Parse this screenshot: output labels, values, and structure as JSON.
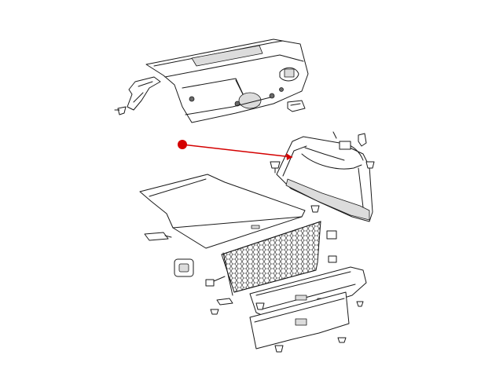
{
  "diagram": {
    "highlight_color": "#d40000",
    "line_color": "#1a1a1a",
    "background": "#ffffff",
    "parts": [
      "rear-shelf-panel",
      "rear-shelf-bracket",
      "trunk-side-trim-panel",
      "trunk-floor-mat",
      "cargo-net",
      "rear-sill-scuff-plate",
      "trunk-lower-trim-panel",
      "push-pin-fastener",
      "trunk-lamp",
      "tie-down-hook"
    ],
    "callout": {
      "target": "trunk-side-trim-panel",
      "style": "red-dot-leader"
    }
  }
}
